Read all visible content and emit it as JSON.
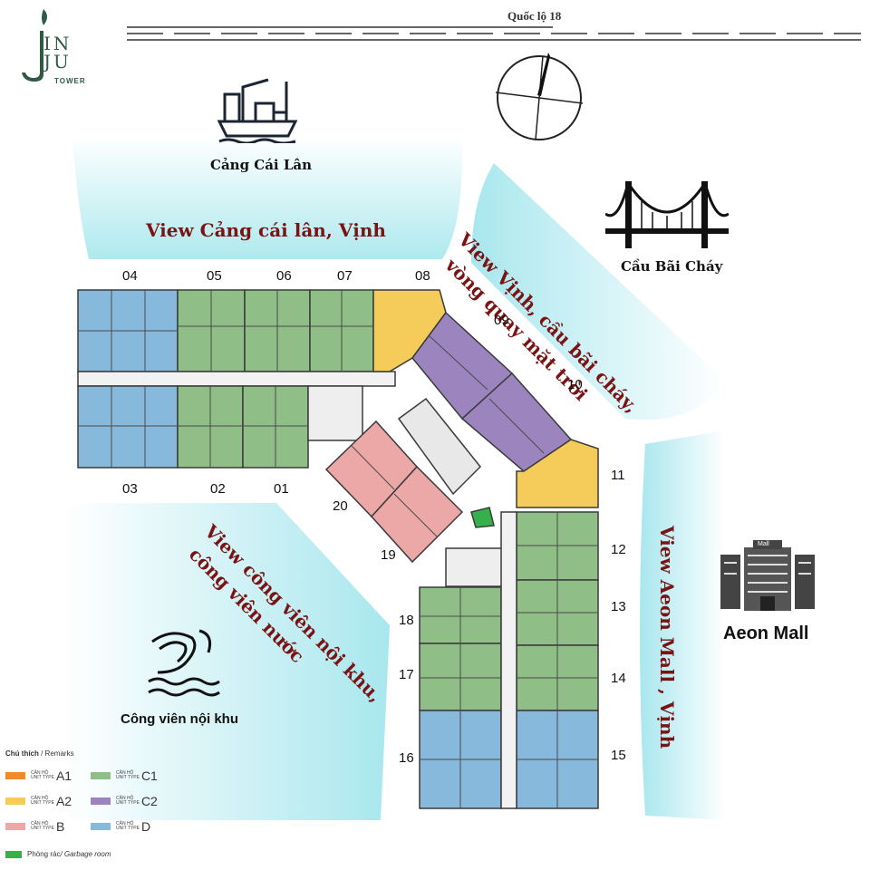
{
  "brand": {
    "logo_letters": "INJU",
    "logo_line1": "IN",
    "logo_line2": "JU",
    "logo_sub": "TOWER"
  },
  "road": {
    "label": "Quốc lộ 18"
  },
  "pois": {
    "port": "Cảng Cái Lân",
    "bridge": "Cầu Bãi Cháy",
    "mall": "Aeon Mall",
    "mall_sign": "Mall",
    "park": "Công viên nội khu"
  },
  "views": {
    "port": "View Cảng cái lân, Vịnh",
    "bay_line1": "View Vịnh, cầu bãi cháy,",
    "bay_line2": "vòng quay mặt trời",
    "aeon": "View Aeon Mall , Vịnh",
    "park_line1": "View công viên nội khu,",
    "park_line2": "công viên nước"
  },
  "units": [
    {
      "num": "04",
      "type": "D"
    },
    {
      "num": "05",
      "type": "C1"
    },
    {
      "num": "06",
      "type": "C1"
    },
    {
      "num": "07",
      "type": "C1"
    },
    {
      "num": "08",
      "type": "A2"
    },
    {
      "num": "09",
      "type": "C2"
    },
    {
      "num": "10",
      "type": "C2"
    },
    {
      "num": "11",
      "type": "A2"
    },
    {
      "num": "12",
      "type": "C1"
    },
    {
      "num": "13",
      "type": "C1"
    },
    {
      "num": "14",
      "type": "C1"
    },
    {
      "num": "15",
      "type": "D"
    },
    {
      "num": "16",
      "type": "D"
    },
    {
      "num": "17",
      "type": "C1"
    },
    {
      "num": "18",
      "type": "C1"
    },
    {
      "num": "19",
      "type": "B"
    },
    {
      "num": "20",
      "type": "B"
    },
    {
      "num": "01",
      "type": "C1"
    },
    {
      "num": "02",
      "type": "C1"
    },
    {
      "num": "03",
      "type": "D"
    }
  ],
  "legend": {
    "title": "Chú thích",
    "title_en": " / Remarks",
    "can_ho": "CĂN HỘ",
    "unit_type": "UNIT TYPE",
    "items": [
      {
        "code": "A1",
        "color": "#f08a2a"
      },
      {
        "code": "C1",
        "color": "#8fbf86"
      },
      {
        "code": "A2",
        "color": "#f5cc5a"
      },
      {
        "code": "C2",
        "color": "#9c84bf"
      },
      {
        "code": "B",
        "color": "#eca7a7"
      },
      {
        "code": "D",
        "color": "#87b9dc"
      }
    ],
    "garbage": "Phòng rác",
    "garbage_en": " / Garbage room",
    "garbage_color": "#35b04a"
  },
  "colors": {
    "A1": "#f08a2a",
    "A2": "#f5cc5a",
    "B": "#eca7a7",
    "C1": "#8fbf86",
    "C2": "#9c84bf",
    "D": "#87b9dc",
    "view_text": "#7a1414",
    "water": "#b6ebf0"
  }
}
